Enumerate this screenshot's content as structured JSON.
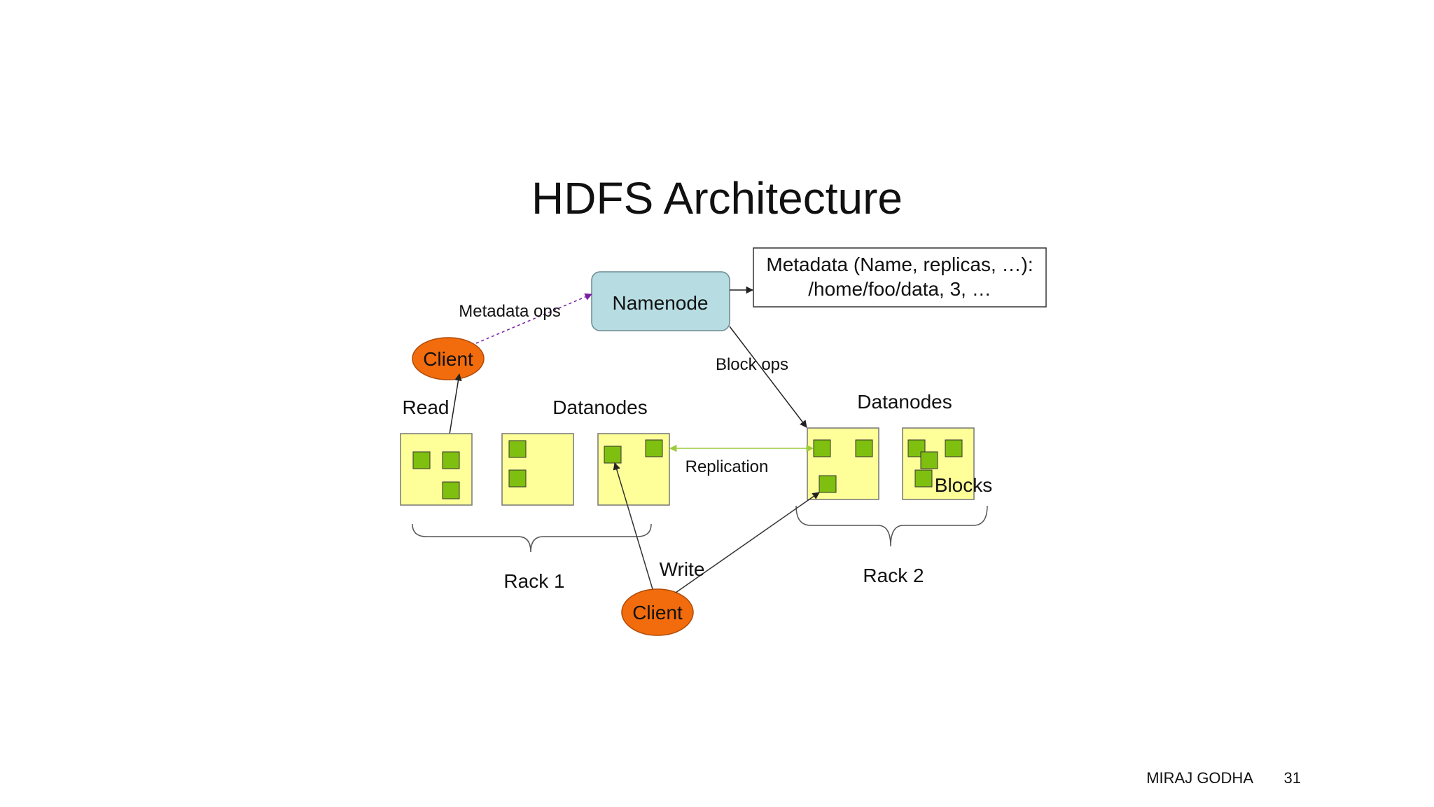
{
  "slide": {
    "title": "HDFS Architecture",
    "footer_author": "MIRAJ GODHA",
    "page_number": "31"
  },
  "diagram": {
    "namenode": "Namenode",
    "metadata_box": {
      "line1": "Metadata (Name, replicas, …):",
      "line2": "/home/foo/data, 3, …"
    },
    "labels": {
      "metadata_ops": "Metadata ops",
      "block_ops": "Block ops",
      "read": "Read",
      "write": "Write",
      "replication": "Replication",
      "blocks": "Blocks",
      "datanodes_left": "Datanodes",
      "datanodes_right": "Datanodes",
      "rack1": "Rack 1",
      "rack2": "Rack 2"
    },
    "client_top": "Client",
    "client_bottom": "Client"
  },
  "colors": {
    "namenode_fill": "#b7dde3",
    "datanode_fill": "#ffff99",
    "block_fill": "#7fbf0f",
    "client_fill": "#f26c0d"
  }
}
